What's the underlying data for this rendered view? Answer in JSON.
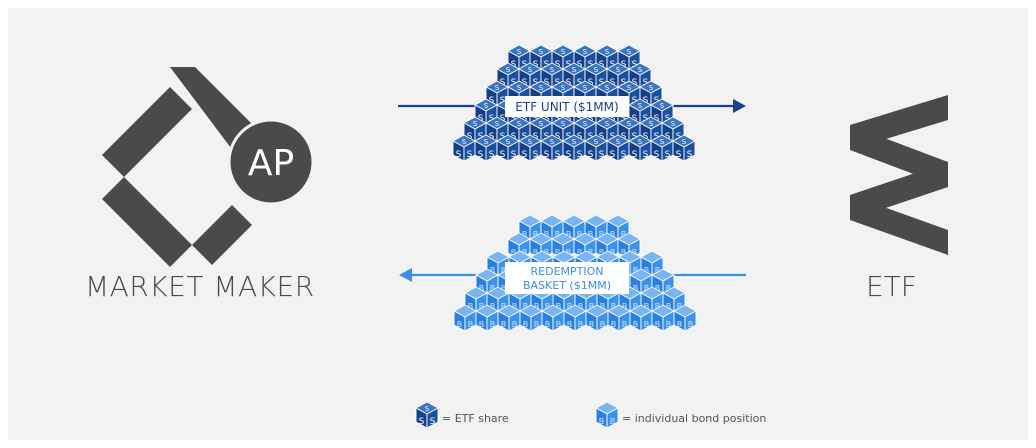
{
  "market_maker": {
    "badge": "AP",
    "label": "MARKET MAKER"
  },
  "etf": {
    "label": "ETF"
  },
  "creation": {
    "label": "ETF UNIT ($1MM)",
    "cube_glyph": "S"
  },
  "redemption": {
    "label_line1": "REDEMPTION",
    "label_line2": "BASKET ($1MM)",
    "cube_glyph": "B"
  },
  "legend": {
    "share_glyph": "S",
    "share_text": "= ETF share",
    "bond_glyph": "B",
    "bond_text": "= individual bond position"
  },
  "colors": {
    "background": "#f2f2f2",
    "dark_gray": "#4a4a4a",
    "etf_share_blue": "#17489a",
    "bond_blue": "#2f86e8",
    "arrow_navy": "#1b3f8f",
    "arrow_blue": "#3a8ee8"
  }
}
